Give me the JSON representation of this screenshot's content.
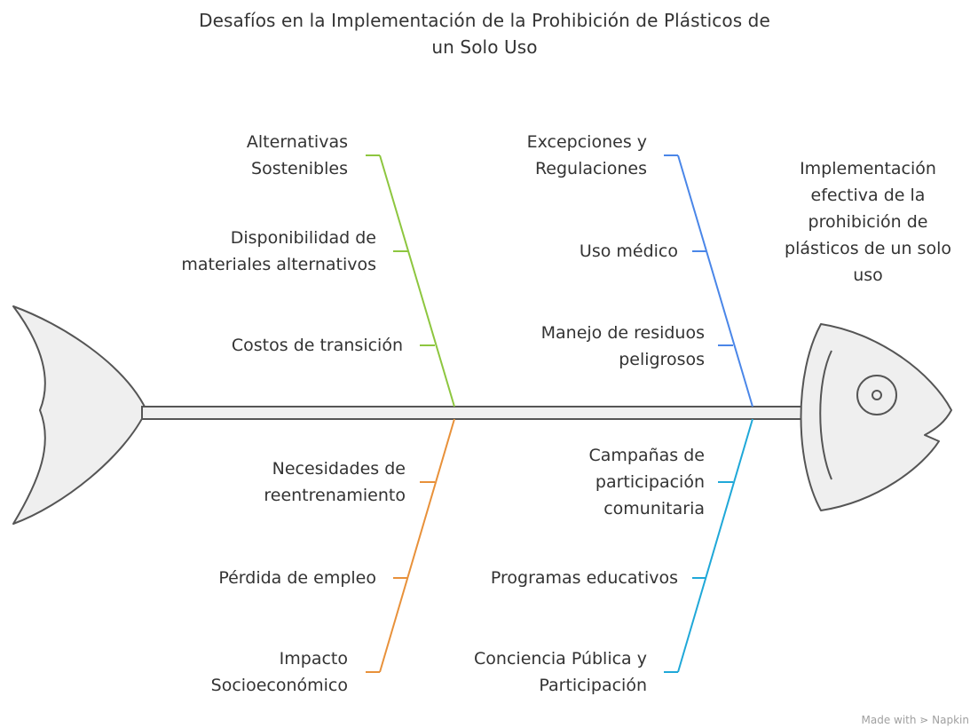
{
  "title": "Desafíos en la Implementación de la Prohibición de Plásticos de un Solo Uso",
  "effect": "Implementación efectiva de la prohibición de plásticos de un solo uso",
  "categories": {
    "alternatives": {
      "name": "Alternativas Sostenibles",
      "color": "#8DC63F",
      "causes": [
        "Disponibilidad de materiales alternativos",
        "Costos de transición"
      ]
    },
    "exceptions": {
      "name": "Excepciones y Regulaciones",
      "color": "#4A86E8",
      "causes": [
        "Uso médico",
        "Manejo de residuos peligrosos"
      ]
    },
    "socioeconomic": {
      "name": "Impacto Socioeconómico",
      "color": "#E8913A",
      "causes": [
        "Necesidades de reentrenamiento",
        "Pérdida de empleo"
      ]
    },
    "awareness": {
      "name": "Conciencia Pública y Participación",
      "color": "#1FA8D8",
      "causes": [
        "Campañas de participación comunitaria",
        "Programas educativos"
      ]
    }
  },
  "watermark": "Made with ⋗ Napkin",
  "fish_colors": {
    "fill": "#EFEFEF",
    "stroke": "#555555"
  }
}
